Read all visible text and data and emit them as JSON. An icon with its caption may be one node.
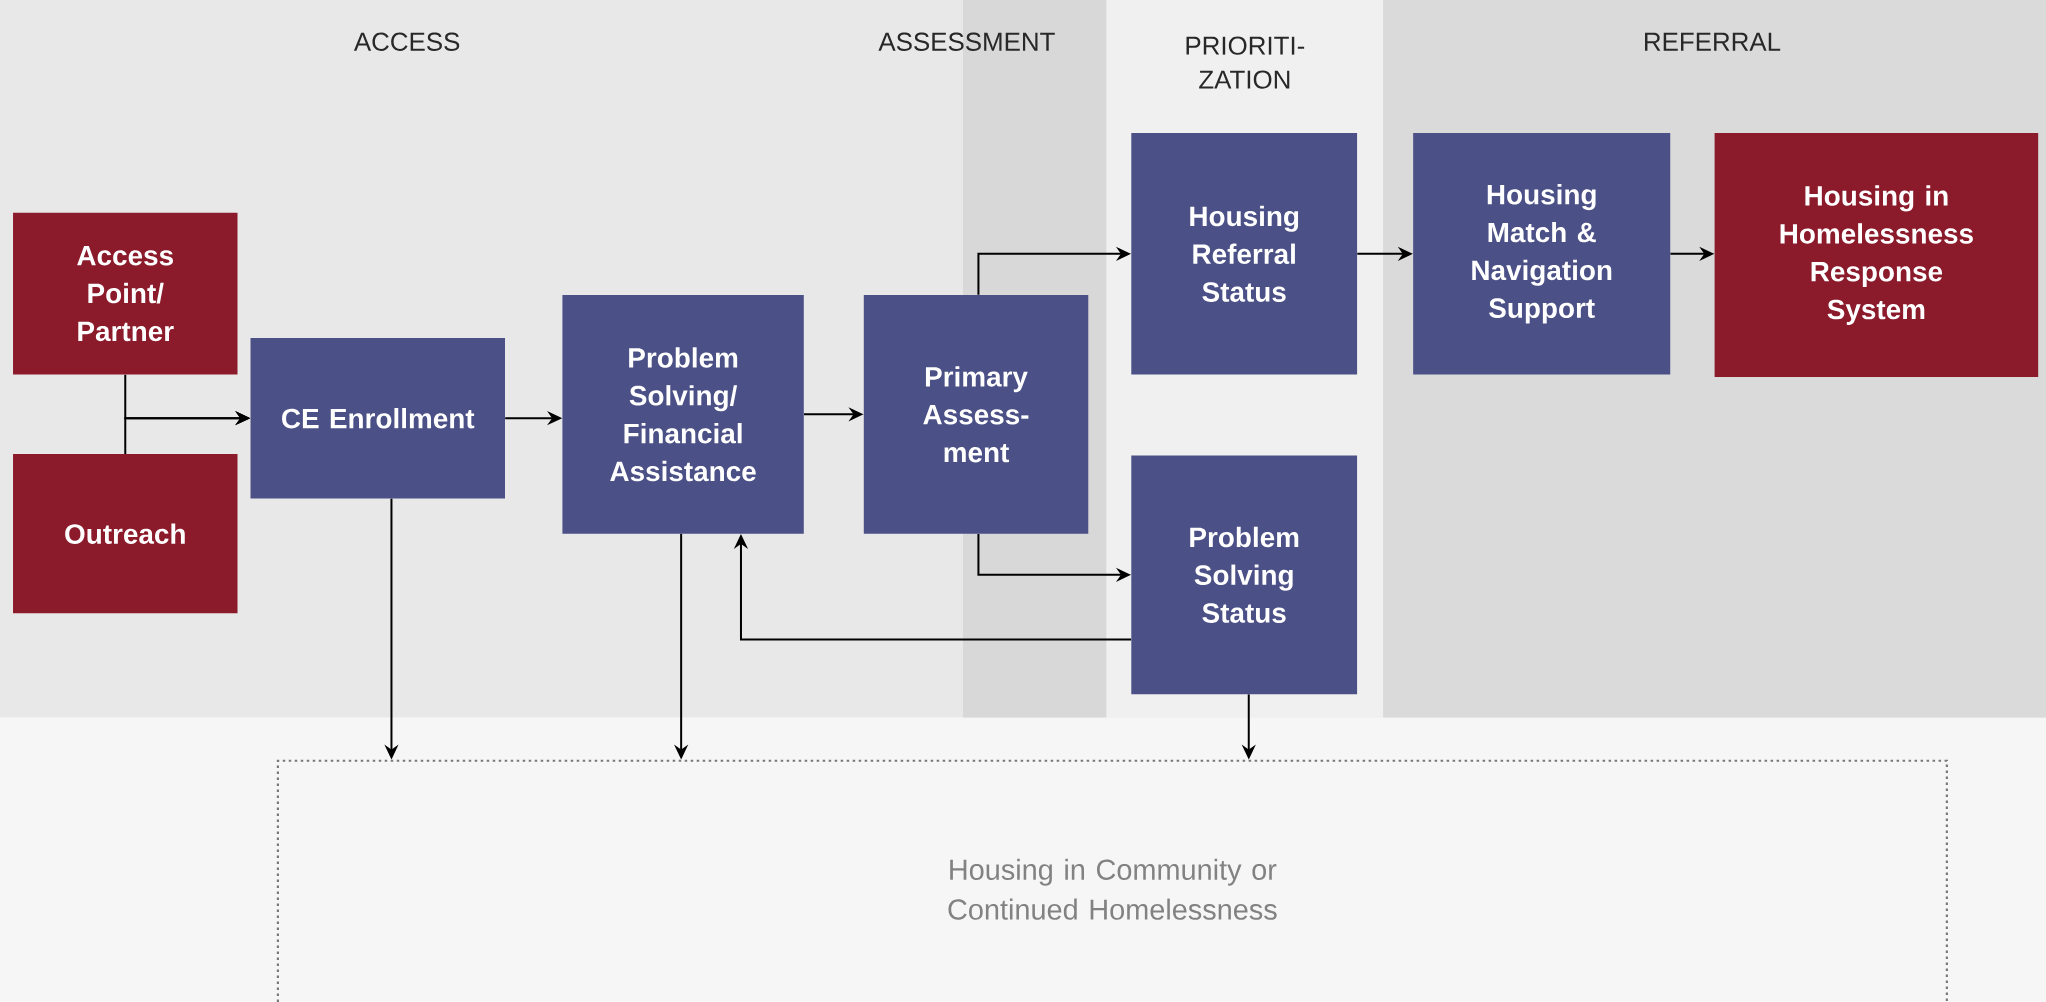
{
  "diagram": {
    "nodes": [
      {
        "text": [
          "Access Point/ Partner"
        ]
      },
      {
        "text": [
          "Outreach"
        ]
      },
      {
        "text": [
          "CE Enrollment"
        ]
      },
      {
        "text": [
          "Problem Solving/ Financial Assistance"
        ]
      },
      {
        "text": [
          "Primary Assess- ment"
        ]
      },
      {
        "text": [
          "Housing Referral Status"
        ]
      },
      {
        "text": [
          "Problem Solving Status"
        ]
      },
      {
        "text": [
          "Housing Match & Navigation Support"
        ]
      },
      {
        "text": [
          "Housing in Homelessness Response System"
        ]
      },
      {
        "text": [
          "Housing in Community or Continued Homelessness"
        ]
      }
    ],
    "edges": [
      {
        "from": 0,
        "to": 2,
        "arrow": "to"
      },
      {
        "from": 1,
        "to": 2,
        "arrow": "to"
      },
      {
        "from": 2,
        "to": 3,
        "arrow": "to"
      },
      {
        "from": 3,
        "to": 4,
        "arrow": "to"
      },
      {
        "from": 4,
        "to": 5,
        "arrow": "to"
      },
      {
        "from": 4,
        "to": 6,
        "arrow": "to"
      },
      {
        "from": 5,
        "to": 7,
        "arrow": "to"
      },
      {
        "from": 7,
        "to": 8,
        "arrow": "to"
      },
      {
        "from": 6,
        "to": 3,
        "arrow": "to"
      },
      {
        "from": 2,
        "to": 9,
        "arrow": "to"
      },
      {
        "from": 3,
        "to": 9,
        "arrow": "to"
      },
      {
        "from": 6,
        "to": 9,
        "arrow": "to"
      }
    ],
    "labels": [
      "ACCESS",
      "ASSESSMENT",
      "PRIORITI- ZATION",
      "REFERRAL"
    ]
  }
}
